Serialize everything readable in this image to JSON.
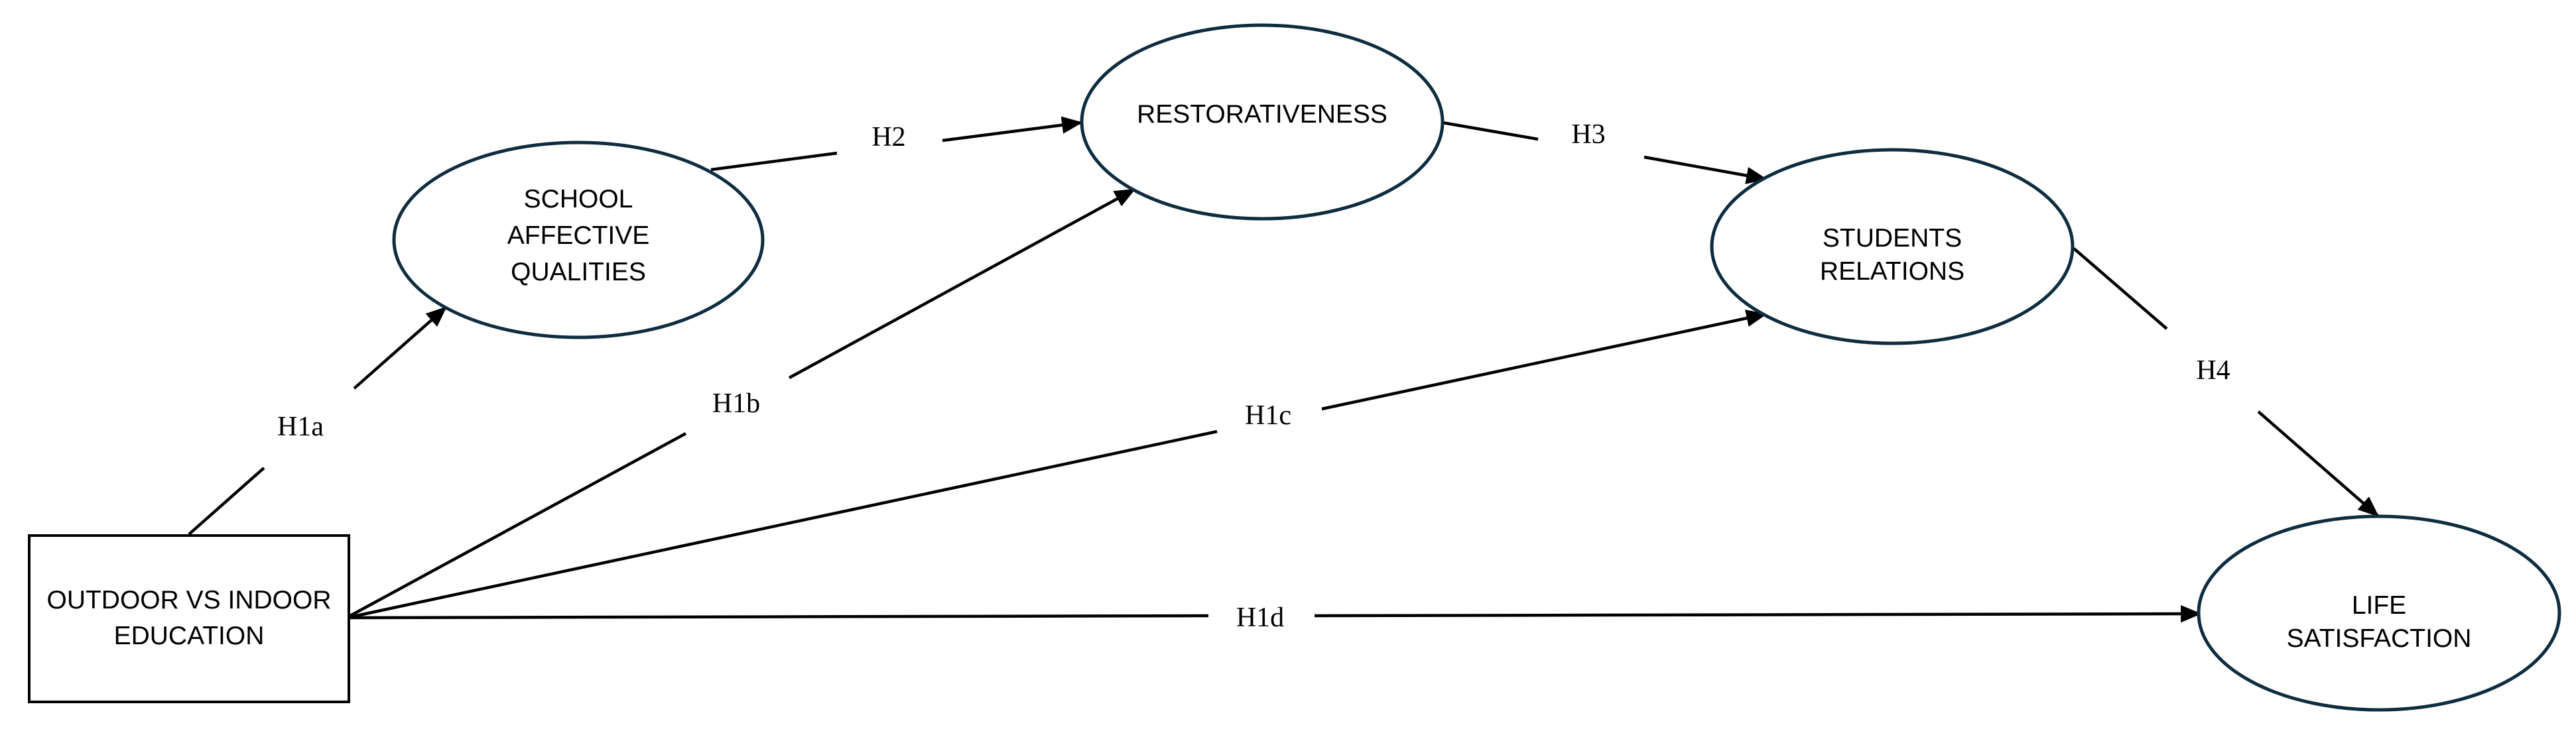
{
  "colors": {
    "ellipse_stroke": "#0e2d3f",
    "line": "#000000",
    "background": "#ffffff"
  },
  "nodes": {
    "education": {
      "line1": "OUTDOOR VS INDOOR",
      "line2": "EDUCATION"
    },
    "school": {
      "line1": "SCHOOL",
      "line2": "AFFECTIVE",
      "line3": "QUALITIES"
    },
    "restorativeness": {
      "line1": "RESTORATIVENESS"
    },
    "students": {
      "line1": "STUDENTS",
      "line2": "RELATIONS"
    },
    "life": {
      "line1": "LIFE",
      "line2": "SATISFACTION"
    }
  },
  "hypotheses": {
    "h1a": "H1a",
    "h1b": "H1b",
    "h1c": "H1c",
    "h1d": "H1d",
    "h2": "H2",
    "h3": "H3",
    "h4": "H4"
  }
}
